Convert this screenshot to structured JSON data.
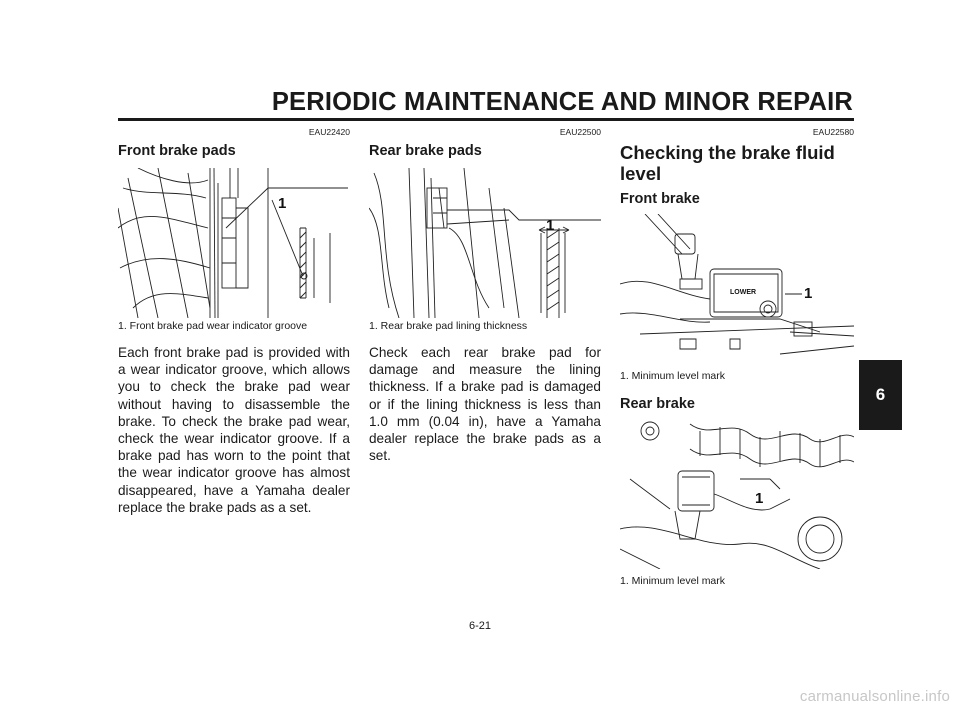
{
  "header": {
    "title": "PERIODIC MAINTENANCE AND MINOR REPAIR"
  },
  "chapter_tab": "6",
  "page_number": "6-21",
  "watermark": "carmanualsonline.info",
  "front_pads": {
    "code": "EAU22420",
    "title": "Front brake pads",
    "callout": "1",
    "caption": "1. Front brake pad wear indicator groove",
    "body": "Each front brake pad is provided with a wear indicator groove, which allows you to check the brake pad wear without having to disassemble the brake. To check the brake pad wear, check the wear indicator groove. If a brake pad has worn to the point that the wear indicator groove has almost disappeared, have a Yamaha dealer replace the brake pads as a set."
  },
  "rear_pads": {
    "code": "EAU22500",
    "title": "Rear brake pads",
    "callout": "1",
    "caption": "1. Rear brake pad lining thickness",
    "body": "Check each rear brake pad for damage and measure the lining thickness. If a brake pad is damaged or if the lining thickness is less than 1.0 mm (0.04 in), have a Yamaha dealer replace the brake pads as a set."
  },
  "fluid": {
    "code": "EAU22580",
    "title": "Checking the brake fluid level",
    "front": {
      "title": "Front brake",
      "reservoir_label": "LOWER",
      "callout": "1",
      "caption": "1. Minimum level mark"
    },
    "rear": {
      "title": "Rear brake",
      "callout": "1",
      "caption": "1. Minimum level mark"
    }
  }
}
